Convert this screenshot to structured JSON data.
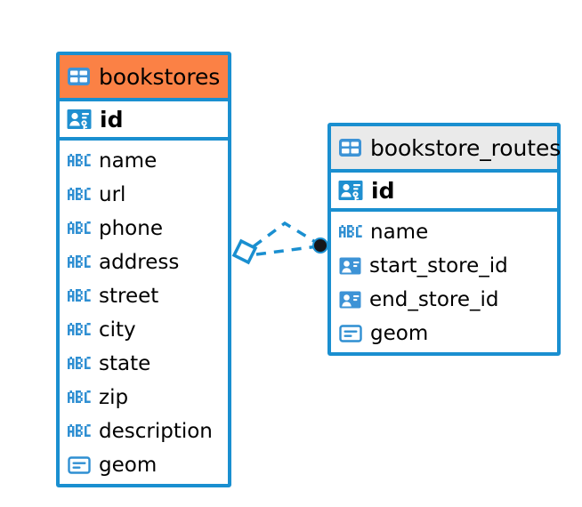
{
  "diagram": {
    "type": "entity-relationship-diagram",
    "background_color": "#ffffff",
    "accent_blue": "#1a8fd0",
    "highlight_orange": "#fb8145",
    "header_gray": "#eaeaea"
  },
  "entities": [
    {
      "name": "bookstores",
      "header_color": "#fb8145",
      "primary_key": {
        "label": "id",
        "icon": "primary-key-icon"
      },
      "fields": [
        {
          "label": "name",
          "icon": "abc-text-icon"
        },
        {
          "label": "url",
          "icon": "abc-text-icon"
        },
        {
          "label": "phone",
          "icon": "abc-text-icon"
        },
        {
          "label": "address",
          "icon": "abc-text-icon"
        },
        {
          "label": "street",
          "icon": "abc-text-icon"
        },
        {
          "label": "city",
          "icon": "abc-text-icon"
        },
        {
          "label": "state",
          "icon": "abc-text-icon"
        },
        {
          "label": "zip",
          "icon": "abc-text-icon"
        },
        {
          "label": "description",
          "icon": "abc-text-icon"
        },
        {
          "label": "geom",
          "icon": "geometry-blob-icon"
        }
      ]
    },
    {
      "name": "bookstore_routes",
      "header_color": "#eaeaea",
      "primary_key": {
        "label": "id",
        "icon": "primary-key-icon"
      },
      "fields": [
        {
          "label": "name",
          "icon": "abc-text-icon"
        },
        {
          "label": "start_store_id",
          "icon": "foreign-key-icon"
        },
        {
          "label": "end_store_id",
          "icon": "foreign-key-icon"
        },
        {
          "label": "geom",
          "icon": "geometry-blob-icon"
        }
      ]
    }
  ],
  "relationship": {
    "style": "dashed",
    "color": "#1a8fd0",
    "source_marker": "diamond-marker",
    "target_marker": "filled-circle-marker"
  }
}
